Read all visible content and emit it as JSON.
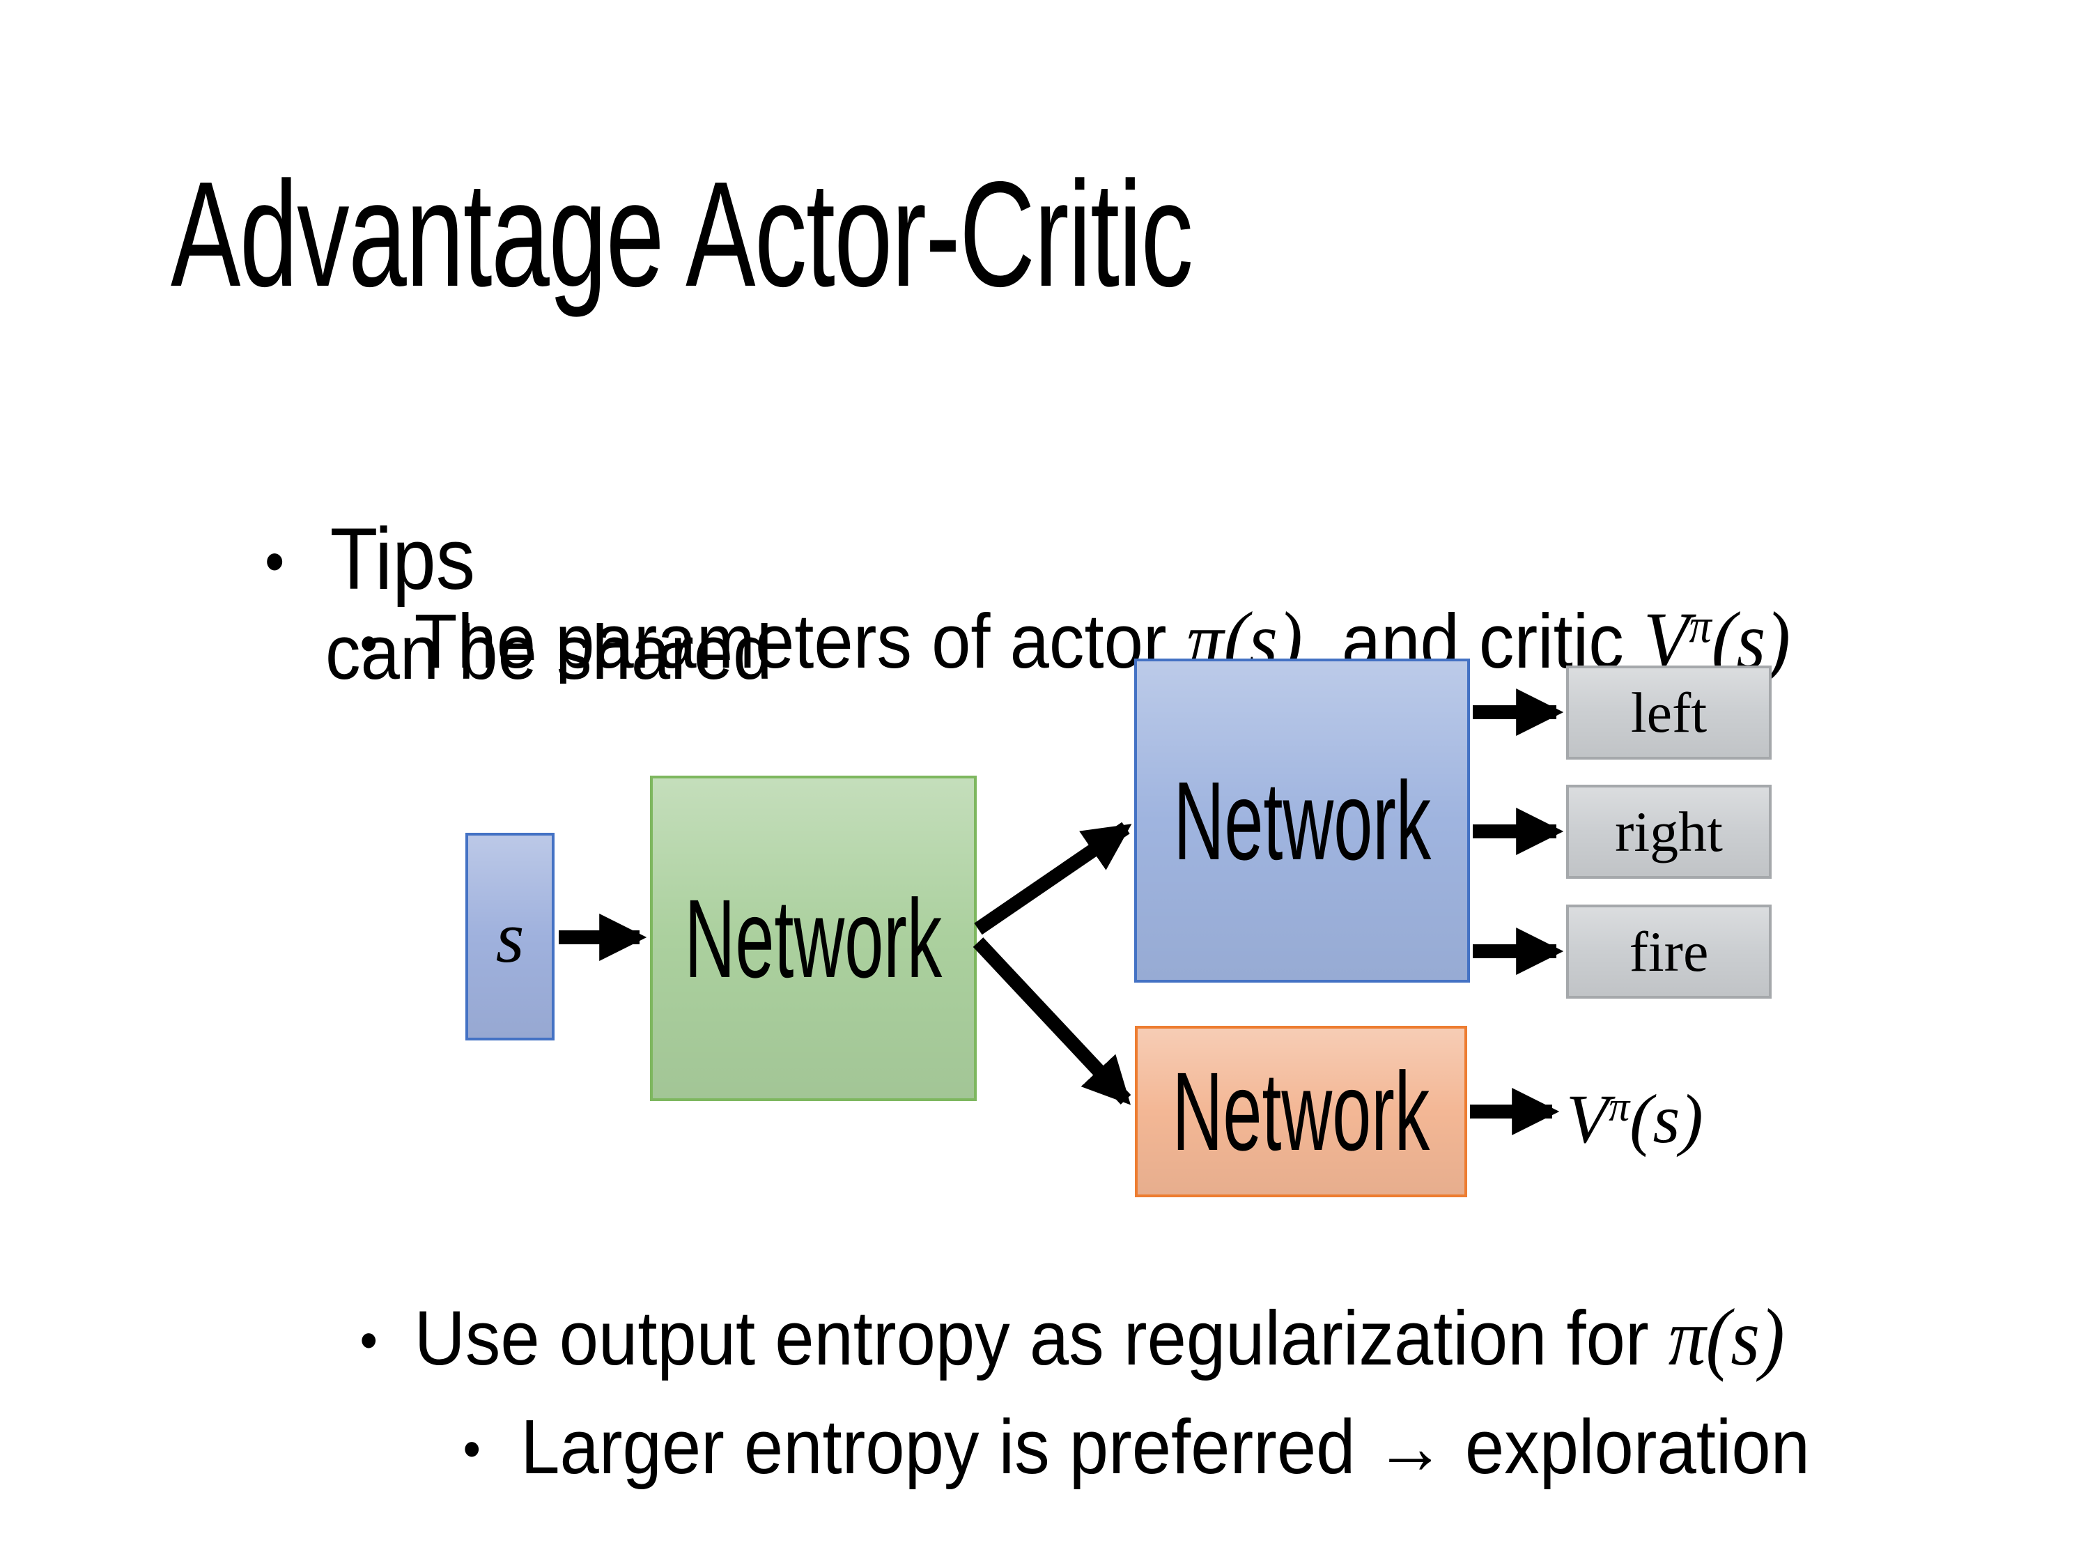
{
  "slide": {
    "title": "Advantage Actor-Critic",
    "bullet_glyph": "•",
    "tips_label": "Tips",
    "params": {
      "before": "The parameters of actor ",
      "actor_math": {
        "base": "π",
        "args": "(s)"
      },
      "middle": "  and critic ",
      "critic_math": {
        "base": "V",
        "sup": "π",
        "args": "(s)"
      },
      "line2": "can be shared"
    },
    "entropy": {
      "before": "Use output entropy as regularization for ",
      "math": {
        "base": "π",
        "args": "(s)"
      }
    },
    "exploration": "Larger entropy is preferred → exploration"
  },
  "diagram": {
    "input_label": "s",
    "shared_network_label": "Network",
    "actor_network_label": "Network",
    "critic_network_label": "Network",
    "actions": {
      "left": "left",
      "right": "right",
      "fire": "fire"
    },
    "critic_output": {
      "base": "V",
      "sup": "π",
      "args": "(s)"
    },
    "colors": {
      "input_fill": "#9fb1dd",
      "input_border": "#4472c4",
      "shared_fill": "#abd09e",
      "shared_border": "#7eb75f",
      "actor_fill": "#9fb4df",
      "actor_border": "#4472c4",
      "critic_fill": "#f3b795",
      "critic_border": "#ed7d31",
      "action_fill": "#cbced1",
      "action_border": "#a5a8ab",
      "arrow": "#000000",
      "text": "#000000"
    }
  }
}
